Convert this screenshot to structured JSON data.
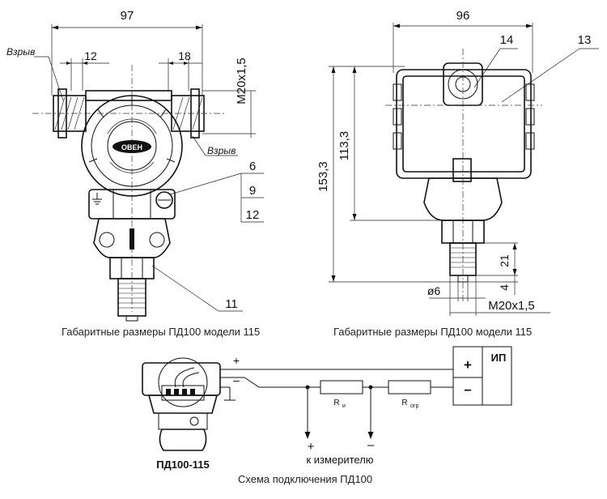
{
  "front_view": {
    "dim_width": "97",
    "dim_12": "12",
    "dim_18": "18",
    "thread_top": "M20x1,5",
    "label_vzryv_left": "Взрыв",
    "label_vzryv_right": "Взрыв",
    "callout_6": "6",
    "callout_9": "9",
    "callout_12": "12",
    "callout_11": "11",
    "caption": "Габаритные размеры ПД100 модели 115"
  },
  "side_view": {
    "dim_width": "96",
    "callout_14": "14",
    "callout_13": "13",
    "dim_height_total": "153,3",
    "dim_height_body": "113,3",
    "dim_21": "21",
    "dim_4": "4",
    "dim_diam": "ø6",
    "thread_bottom": "M20x1,5",
    "caption": "Габаритные размеры ПД100 модели 115"
  },
  "wiring": {
    "plus_top": "+",
    "minus_top": "–",
    "device_label": "ПД100-115",
    "resistor_ri": "R",
    "resistor_ri_sub": "и",
    "resistor_rogr": "R",
    "resistor_rogr_sub": "огр",
    "supply_label": "ИП",
    "supply_plus": "+",
    "supply_minus": "–",
    "meter_plus": "+",
    "meter_minus": "–",
    "meter_label": "к измерителю",
    "caption": "Схема подключения ПД100"
  }
}
